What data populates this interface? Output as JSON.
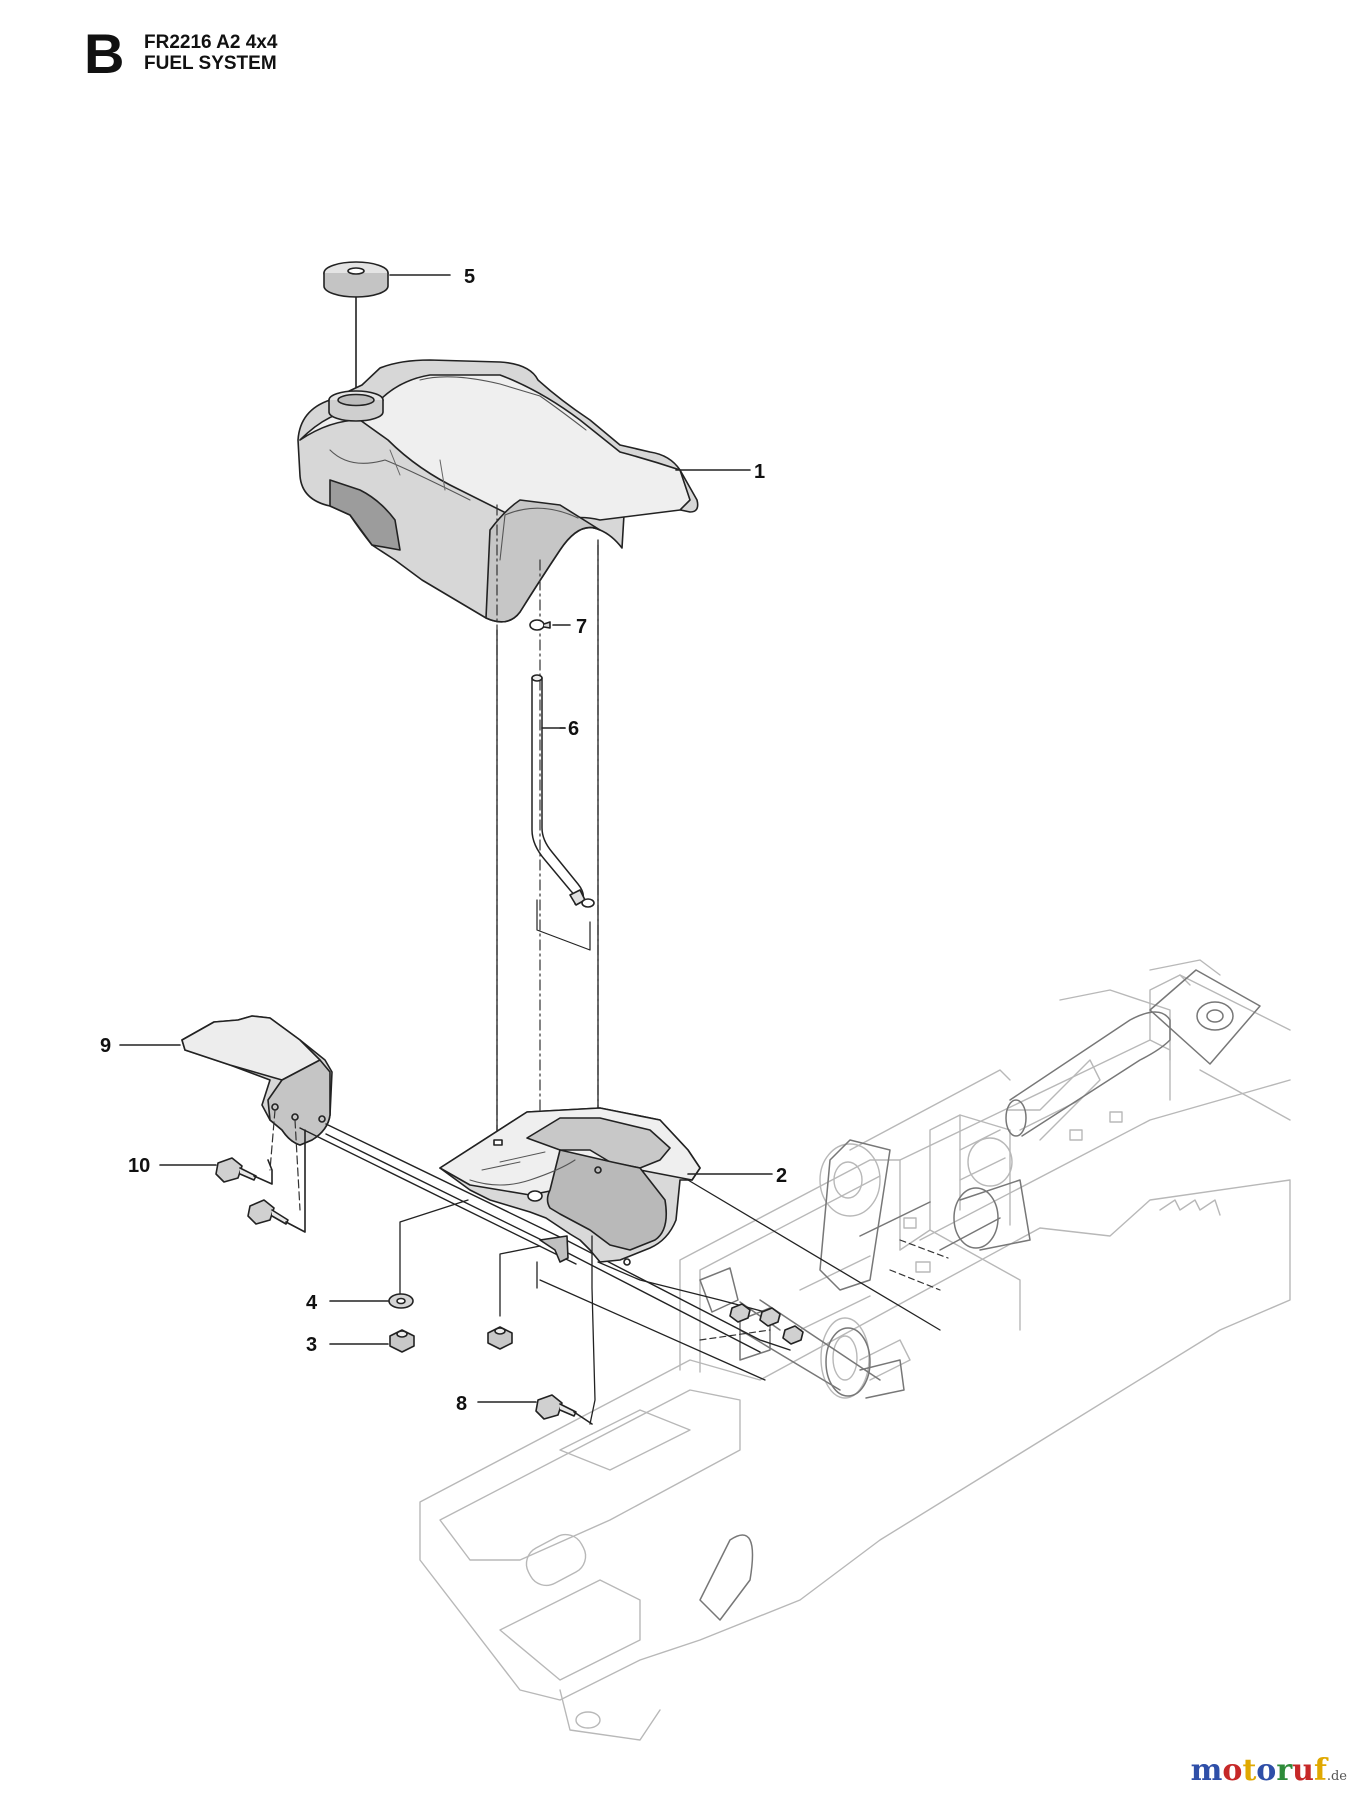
{
  "header": {
    "section_letter": "B",
    "model": "FR2216 A2 4x4",
    "title": "FUEL SYSTEM"
  },
  "callouts": [
    {
      "id": "1",
      "label": "1"
    },
    {
      "id": "2",
      "label": "2"
    },
    {
      "id": "3",
      "label": "3"
    },
    {
      "id": "4",
      "label": "4"
    },
    {
      "id": "5",
      "label": "5"
    },
    {
      "id": "6",
      "label": "6"
    },
    {
      "id": "7",
      "label": "7"
    },
    {
      "id": "8",
      "label": "8"
    },
    {
      "id": "9",
      "label": "9"
    },
    {
      "id": "10",
      "label": "10"
    }
  ],
  "watermark": {
    "letters": [
      "m",
      "o",
      "t",
      "o",
      "r",
      "u",
      "f"
    ],
    "letter_colors": [
      "#2f4fa8",
      "#c62828",
      "#e0a800",
      "#2f4fa8",
      "#2e8b3a",
      "#c62828",
      "#e0a800"
    ],
    "suffix": ".de"
  }
}
